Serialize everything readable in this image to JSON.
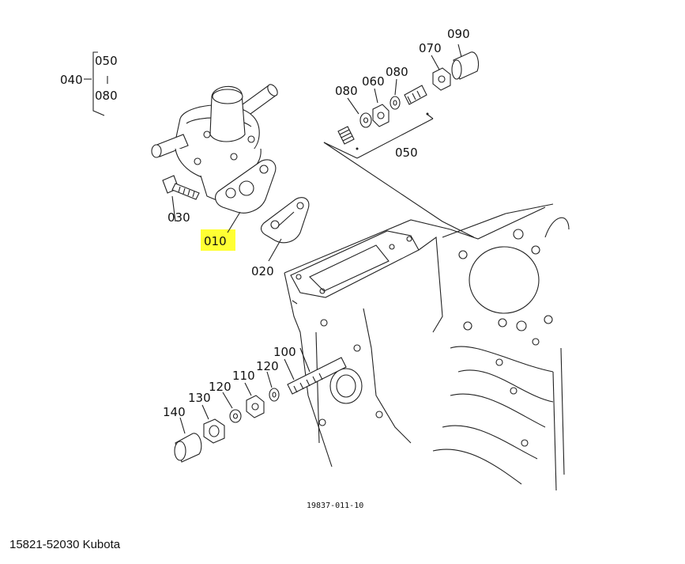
{
  "highlight_color": "#ffff33",
  "callouts": {
    "c040": "040",
    "c050_top": "050",
    "c080_top": "080",
    "c030": "030",
    "c010": "010",
    "c020": "020",
    "c080_a": "080",
    "c060": "060",
    "c080_b": "080",
    "c070": "070",
    "c090": "090",
    "c050_mid": "050",
    "c100": "100",
    "c120_a": "120",
    "c110": "110",
    "c120_b": "120",
    "c130": "130",
    "c140": "140"
  },
  "drawing_number": "19837-011-10",
  "caption": "15821-52030 Kubota"
}
